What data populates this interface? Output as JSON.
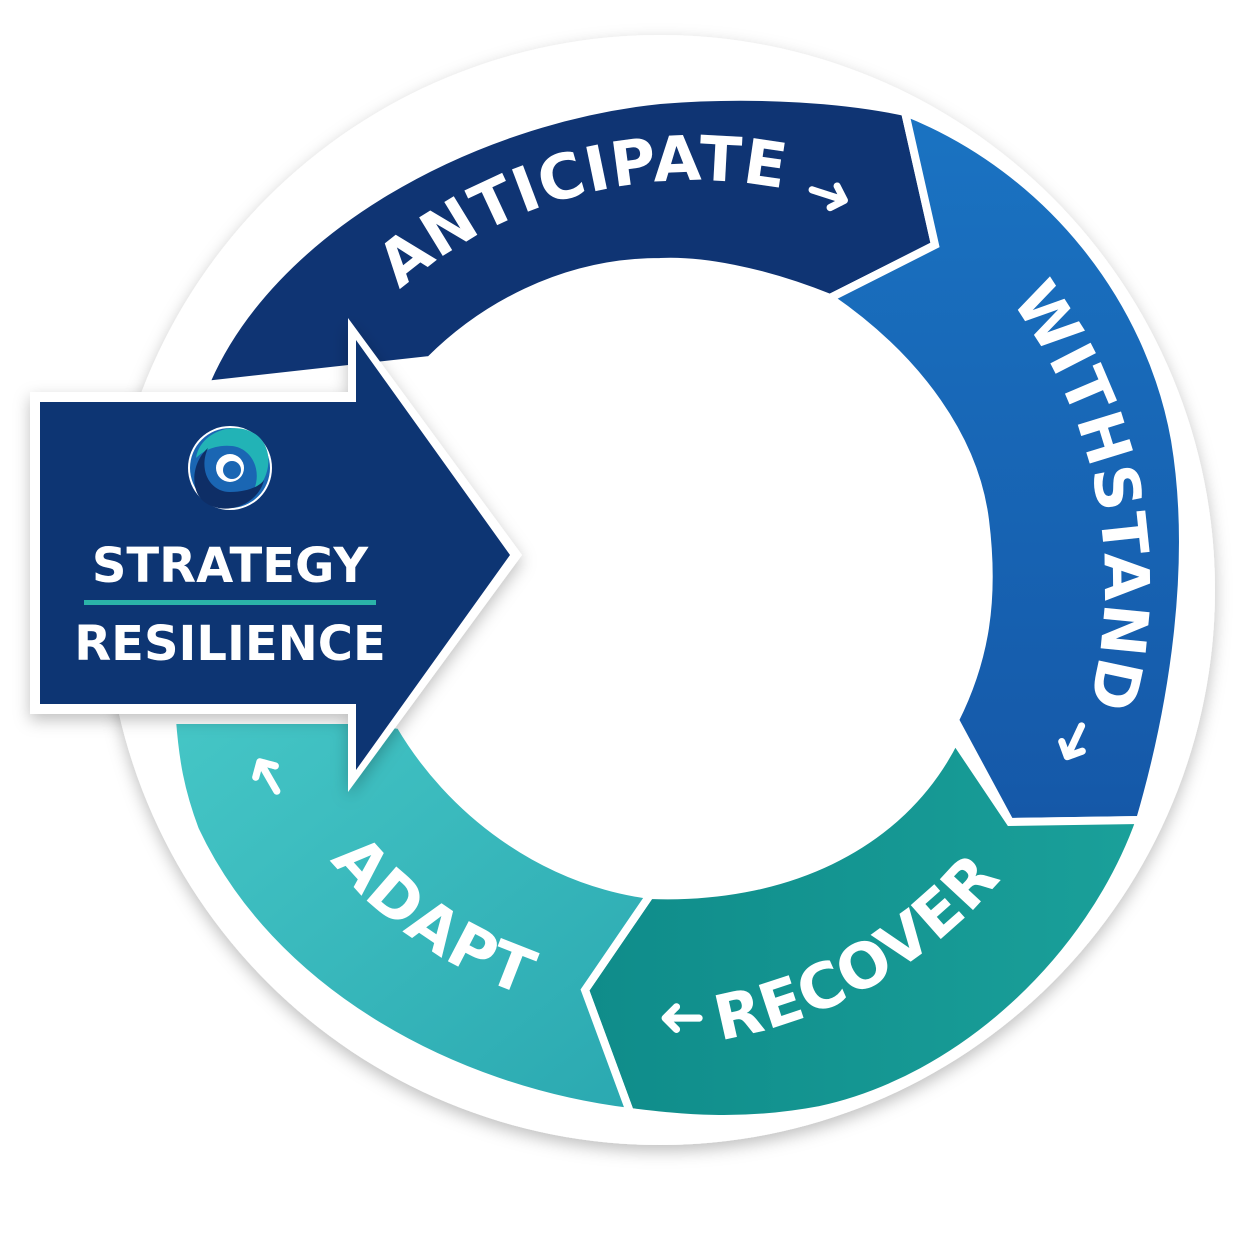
{
  "brand": {
    "line1": "STRATEGY",
    "line2": "RESILIENCE",
    "logo": "swirl-logo-icon"
  },
  "cycle": {
    "stages": [
      {
        "id": "anticipate",
        "label": "ANTICIPATE",
        "arrow": "➜",
        "color": "#0f3473"
      },
      {
        "id": "withstand",
        "label": "WITHSTAND",
        "arrow": "➜",
        "color": "#1a66b3"
      },
      {
        "id": "recover",
        "label": "RECOVER",
        "arrow": "➜",
        "color": "#14918c"
      },
      {
        "id": "adapt",
        "label": "ADAPT",
        "arrow": "➜",
        "color": "#36b6b6"
      }
    ]
  },
  "colors": {
    "entry_arrow": "#0f3473",
    "brand_rule": "#2bb3a8",
    "logo_teal": "#22b3b6",
    "logo_blue": "#1a66b3"
  }
}
